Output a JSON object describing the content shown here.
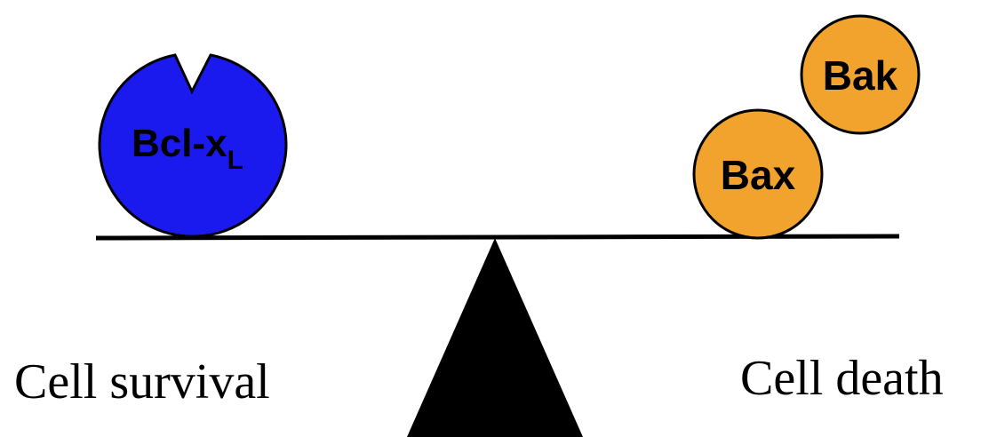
{
  "molecules": {
    "anti_apoptotic": {
      "label_main": "Bcl-x",
      "label_sub": "L",
      "color": "#1a1aee"
    },
    "pro_apoptotic": [
      {
        "label": "Bax",
        "color": "#f2a32e"
      },
      {
        "label": "Bak",
        "color": "#f2a32e"
      }
    ]
  },
  "outcomes": {
    "left": "Cell survival",
    "right": "Cell death"
  },
  "colors": {
    "beam": "#000000",
    "fulcrum": "#000000",
    "outline": "#000000"
  }
}
